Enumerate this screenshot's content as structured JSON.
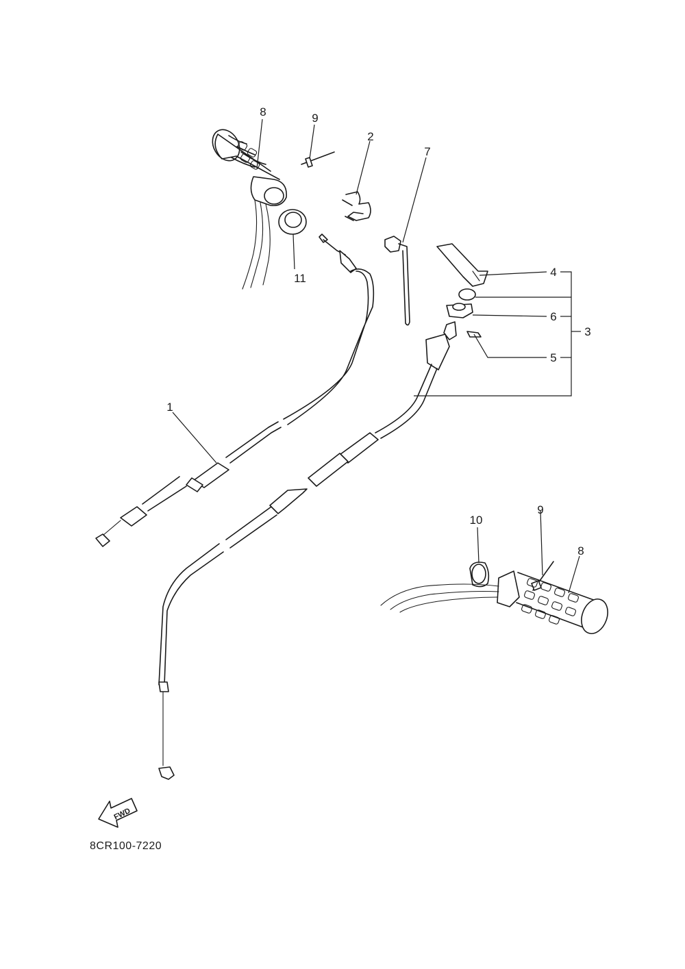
{
  "callouts": {
    "c1": "1",
    "c2": "2",
    "c3": "3",
    "c4": "4",
    "c5": "5",
    "c6": "6",
    "c7": "7",
    "c8_left": "8",
    "c8_right": "8",
    "c9_left": "9",
    "c9_right": "9",
    "c10": "10",
    "c11": "11"
  },
  "direction_arrow": {
    "label": "FWD",
    "icon": "fwd-arrow-icon"
  },
  "diagram_code": "8CR100-7220"
}
